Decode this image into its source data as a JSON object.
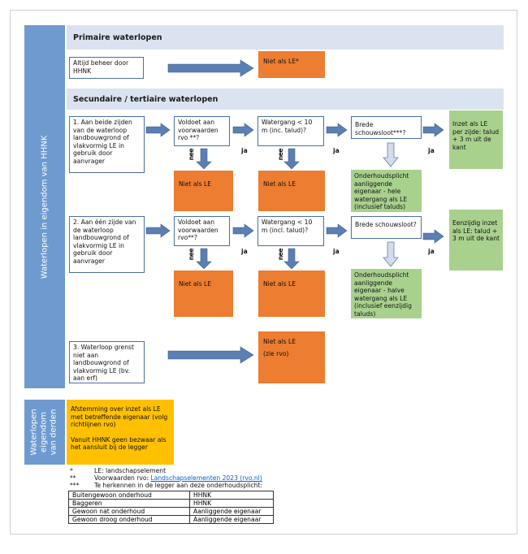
{
  "bands": {
    "owned_hhnk": "Waterlopen in eigendom van HHNK",
    "owned_third": "Waterlopen eigendom van derden"
  },
  "sections": {
    "primary": "Primaire waterlopen",
    "secondary": "Secundaire / tertiaire waterlopen"
  },
  "primary": {
    "box": "Altijd beheer door HHNK",
    "result": "Niet als LE*"
  },
  "row1": {
    "start": "1. Aan beide zijden van de waterloop landbouwgrond of vlakvormig LE in gebruik door aanvrager",
    "q1": "Voldoet aan voorwaarden rvo **?",
    "q2": "Watergang < 10 m (inc. talud)?",
    "q3": "Brede schouwsloot***?",
    "yes_result": "Inzet als LE per zijde: talud + 3 m uit de kant",
    "no1": "Niet als LE",
    "no2": "Niet als LE",
    "no3": "Onderhoudsplicht aanliggende eigenaar - hele watergang als LE (inclusief taluds)"
  },
  "row2": {
    "start": "2. Aan één zijde van de waterloop landbouwgrond of vlakvormig LE in gebruik door aanvrager",
    "q1": "Voldoet aan voorwaarden rvo**?",
    "q2": "Watergang < 10 m (incl. talud)?",
    "q3": "Brede schouwsloot?",
    "yes_result": "Eenzijdig inzet als LE: talud + 3 m uit de kant",
    "no1": "Niet als LE",
    "no2": "Niet als LE",
    "no3": "Onderhoudsplicht aanliggende eigenaar - halve watergang als LE (inclusief eenzijdig taluds)"
  },
  "row3": {
    "start": "3. Waterloop grenst niet aan landbouwgrond of vlakvormig LE (bv. aan erf)",
    "result_line1": "Niet als LE",
    "result_line2": "(zie rvo)"
  },
  "labels": {
    "yes": "ja",
    "no": "nee"
  },
  "third_party": {
    "line1": "Afstemming over inzet als LE met betreffende eigenaar (volg richtlijnen rvo)",
    "line2": "Vanuit HHNK geen bezwaar als het aansluit bij de legger"
  },
  "legend": {
    "m1": "*",
    "t1": "LE: landschapselement",
    "m2": "**",
    "t2": "Voorwaarden rvo: ",
    "link": "Landschapselementen 2023 (rvo.nl)",
    "m3": "***",
    "t3": "Te herkennen in de legger aan deze onderhoudsplicht:"
  },
  "legend_table": [
    [
      "Buitengewoon onderhoud",
      "HHNK"
    ],
    [
      "Baggeren",
      "HHNK"
    ],
    [
      "Gewoon nat onderhoud",
      "Aanliggende eigenaar"
    ],
    [
      "Gewoon droog onderhoud",
      "Aanliggende eigenaar"
    ]
  ],
  "colors": {
    "band_blue": "#6f9ad0",
    "header_bg": "#dbe3f1",
    "orange": "#ed7d31",
    "green": "#a9d18e",
    "yellow": "#ffc000",
    "arrow": "#5b7fb3"
  }
}
